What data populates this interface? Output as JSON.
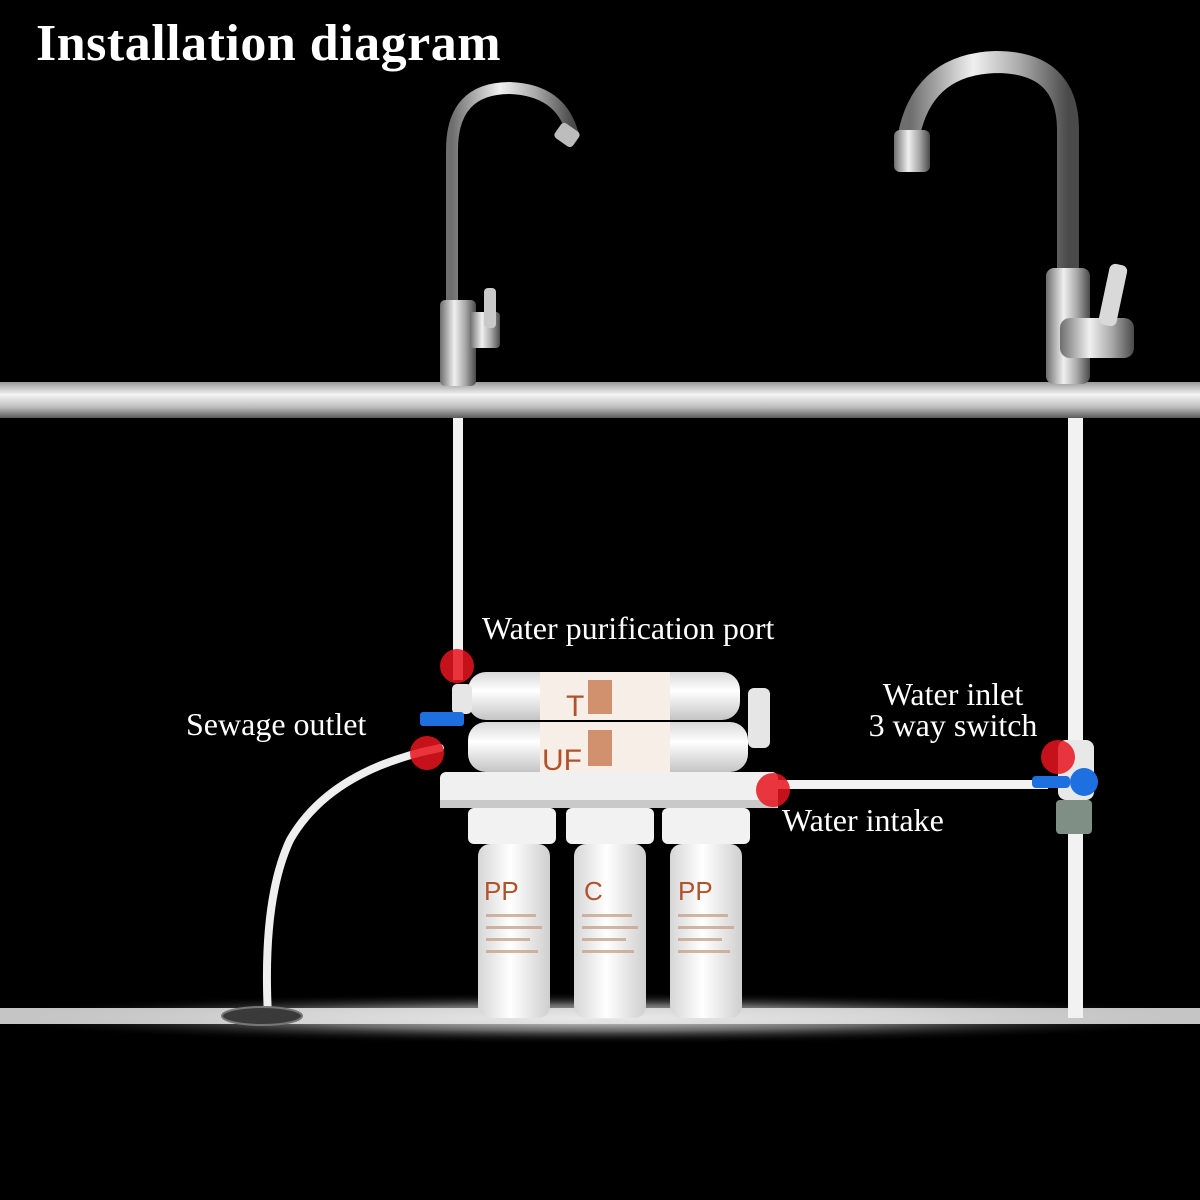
{
  "title": "Installation diagram",
  "labels": {
    "water_purification_port": "Water purification port",
    "sewage_outlet": "Sewage outlet",
    "water_inlet_switch_line1": "Water inlet",
    "water_inlet_switch_line2": "3 way switch",
    "water_intake": "Water intake"
  },
  "cartridges": {
    "top_inline": "T",
    "middle_inline": "UF",
    "canister_left": "PP",
    "canister_middle": "C",
    "canister_right": "PP"
  },
  "colors": {
    "background": "#000000",
    "marker": "#e8141e",
    "valve_handle": "#1e6fe0",
    "pipe": "#f2f2f2",
    "accent_text": "#b0532a"
  }
}
